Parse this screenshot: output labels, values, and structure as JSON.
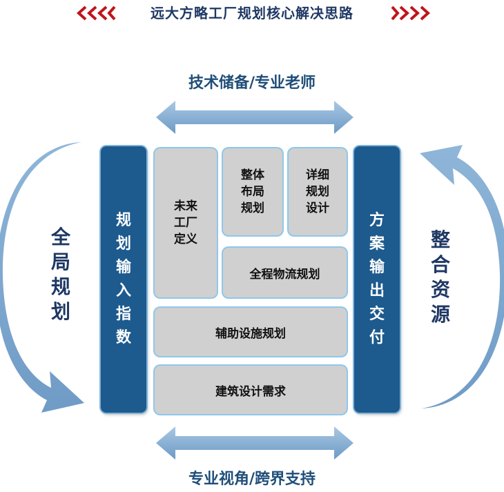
{
  "header": {
    "title": "远大方略工厂规划核心解决思路"
  },
  "top_label": "技术储备/专业老师",
  "bottom_label": "专业视角/跨界支持",
  "left_label": "全局规划",
  "right_label": "整合资源",
  "left_pillar": "规划输入指数",
  "right_pillar": "方案输出交付",
  "modules": {
    "future_factory": "未来工厂定义",
    "overall_layout": "整体布局规划",
    "detailed_design": "详细规划设计",
    "logistics": "全程物流规划",
    "auxiliary": "辅助设施规划",
    "building": "建筑设计需求"
  },
  "colors": {
    "accent_red": "#c0141c",
    "pillar_blue": "#1d5a8e",
    "arrow_light": "#8fb6d8",
    "module_gray": "#d0d0d0"
  }
}
